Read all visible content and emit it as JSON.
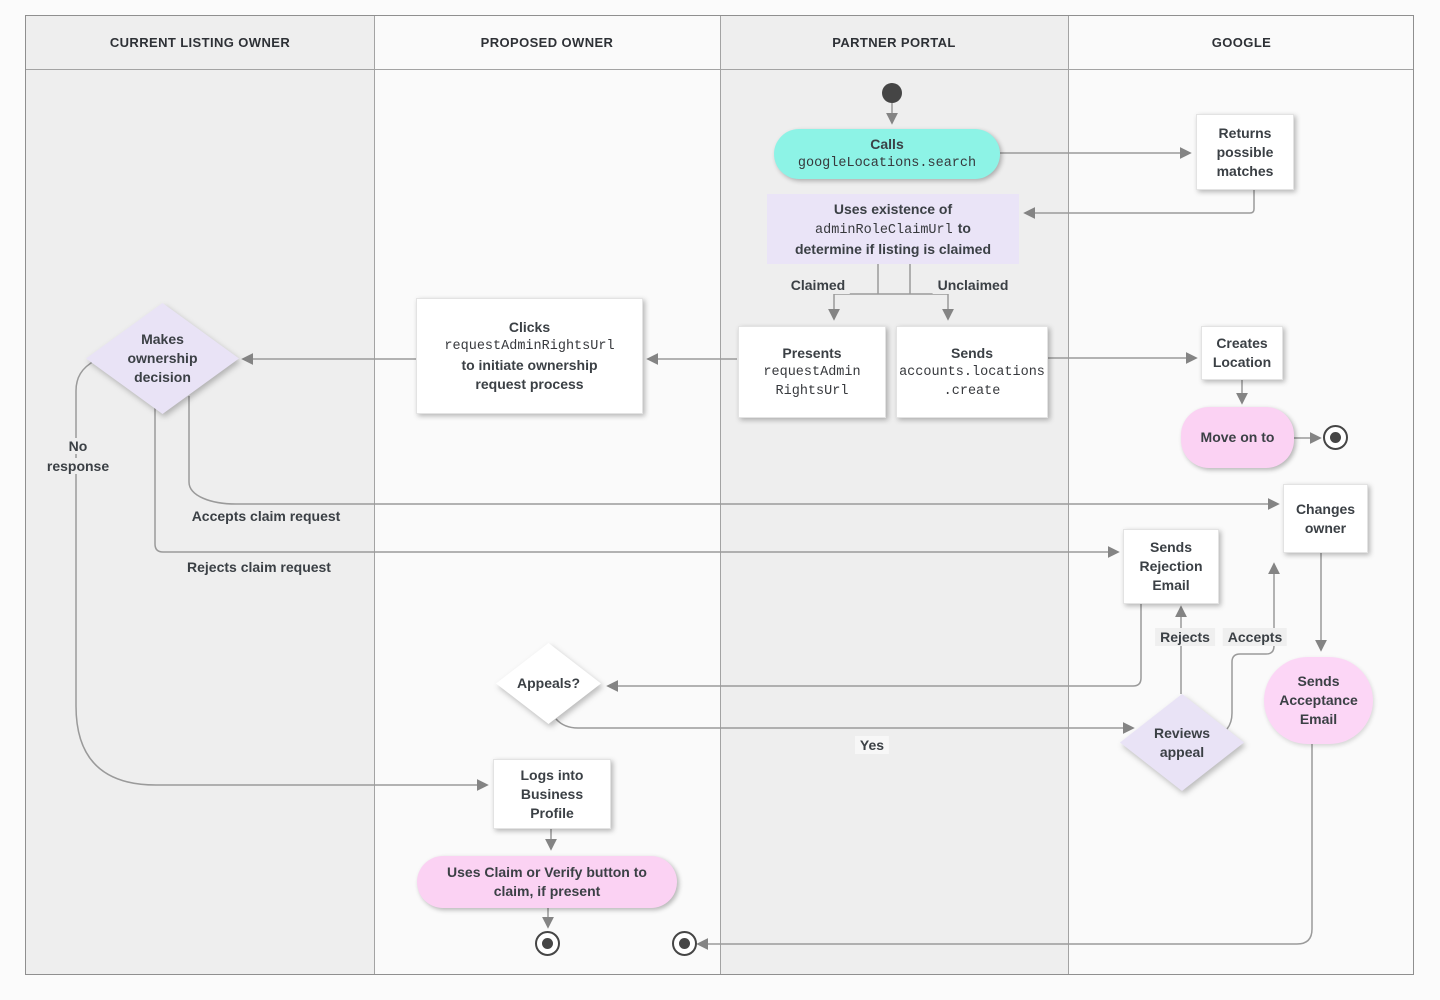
{
  "lanes": [
    {
      "label": "CURRENT LISTING OWNER"
    },
    {
      "label": "PROPOSED OWNER"
    },
    {
      "label": "PARTNER PORTAL"
    },
    {
      "label": "GOOGLE"
    }
  ],
  "nodes": {
    "calls": {
      "title": "Calls",
      "code": "googleLocations.search"
    },
    "returns": {
      "lines": [
        "Returns",
        "possible",
        "matches"
      ]
    },
    "uses": {
      "line1": "Uses existence of",
      "code": "adminRoleClaimUrl",
      "line2_suffix": "to",
      "line3": "determine if listing is claimed"
    },
    "presents": {
      "title": "Presents",
      "code_lines": [
        "requestAdmin",
        "RightsUrl"
      ]
    },
    "sends_create": {
      "title": "Sends",
      "code_lines": [
        "accounts.locations",
        ".create"
      ]
    },
    "clicks": {
      "title": "Clicks",
      "code": "requestAdminRightsUrl",
      "line3": "to initiate ownership",
      "line4": "request process"
    },
    "makes_decision": {
      "lines": [
        "Makes",
        "ownership",
        "decision"
      ]
    },
    "creates_location": {
      "lines": [
        "Creates",
        "Location"
      ]
    },
    "move_on": {
      "label": "Move on to"
    },
    "changes_owner": {
      "lines": [
        "Changes",
        "owner"
      ]
    },
    "sends_rejection": {
      "lines": [
        "Sends",
        "Rejection",
        "Email"
      ]
    },
    "sends_acceptance": {
      "lines": [
        "Sends",
        "Acceptance",
        "Email"
      ]
    },
    "reviews_appeal": {
      "lines": [
        "Reviews",
        "appeal"
      ]
    },
    "appeals": {
      "label": "Appeals?"
    },
    "logs_in": {
      "lines": [
        "Logs into",
        "Business",
        "Profile"
      ]
    },
    "claim_verify": {
      "lines": [
        "Uses Claim or Verify button to",
        "claim, if present"
      ]
    }
  },
  "edge_labels": {
    "claimed": "Claimed",
    "unclaimed": "Unclaimed",
    "accepts_claim": "Accepts claim request",
    "rejects_claim": "Rejects claim request",
    "no_response_line1": "No",
    "no_response_line2": "response",
    "yes": "Yes",
    "rejects": "Rejects",
    "accepts": "Accepts"
  },
  "colors": {
    "teal_node": "#8df3e6",
    "lavender_node": "#eae4f7",
    "lavender_diamond": "#e9e3f6",
    "pink_pill": "#fbd2f3",
    "pink_ellipse": "#fcd6f6",
    "white_node": "#ffffff",
    "edge_line": "#9a9a9a",
    "arrowhead": "#848484",
    "text": "#3b4045",
    "lane_gray": "#eeeeee",
    "lane_light": "#fafafa",
    "terminal": "#454545"
  }
}
